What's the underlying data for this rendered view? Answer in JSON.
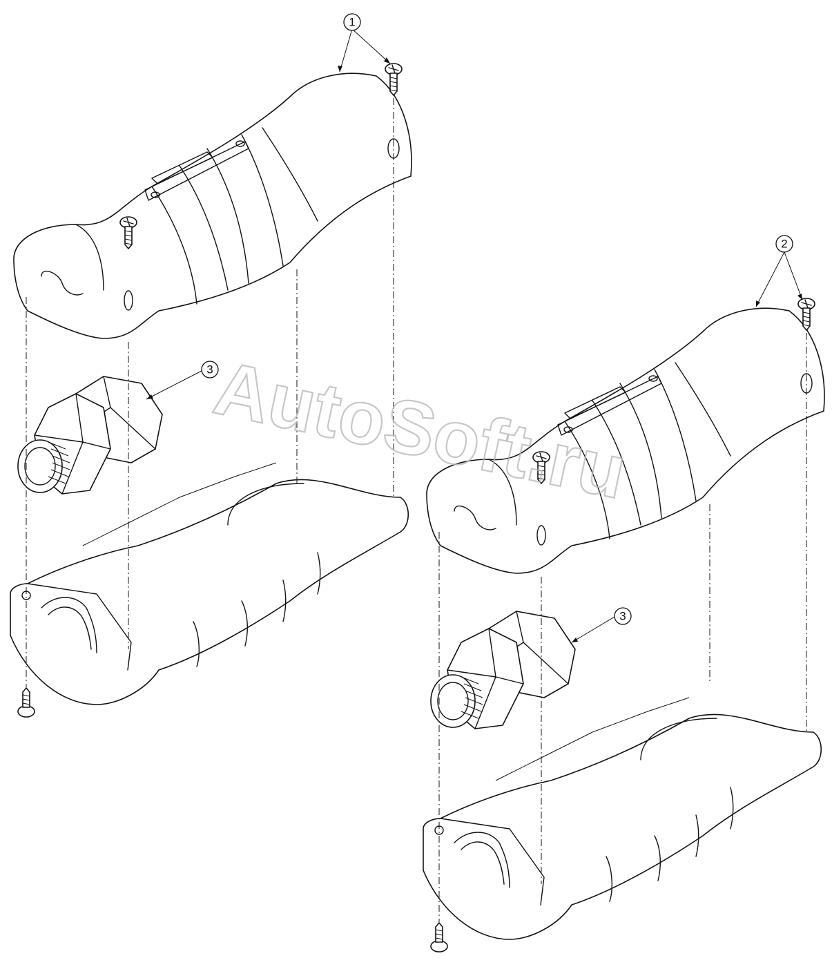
{
  "callouts": {
    "c1": "1",
    "c2": "2",
    "c3a": "3",
    "c3b": "3"
  },
  "watermark": "AutoSoft.ru",
  "colors": {
    "line": "#111111",
    "watermark": "#b8b8b8",
    "background": "#ffffff"
  }
}
